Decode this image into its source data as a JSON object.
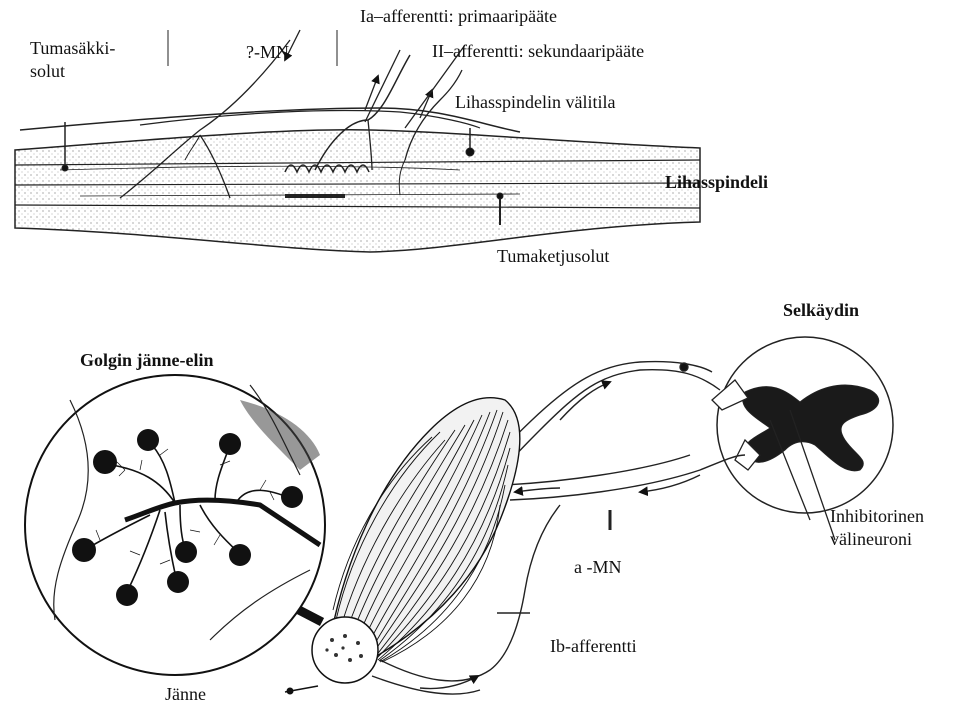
{
  "spindle": {
    "label_nuclear_bag_1": "Tumasäkki-",
    "label_nuclear_bag_2": "solut",
    "label_gamma_mn": "?-MN",
    "label_ia": "Ia–afferentti: primaaripääte",
    "label_ii": "II–afferentti: sekundaaripääte",
    "label_space": "Lihasspindelin välitila",
    "label_title": "Lihasspindeli",
    "label_chain": "Tumaketjusolut"
  },
  "reflex": {
    "label_spinal_cord": "Selkäydin",
    "label_golgi_title": "Golgin jänne-elin",
    "label_interneuron_1": "Inhibitorinen",
    "label_interneuron_2": "välineuroni",
    "label_alpha_mn": "a -MN",
    "label_ib": "Ib-afferentti",
    "label_tendon": "Jänne"
  }
}
